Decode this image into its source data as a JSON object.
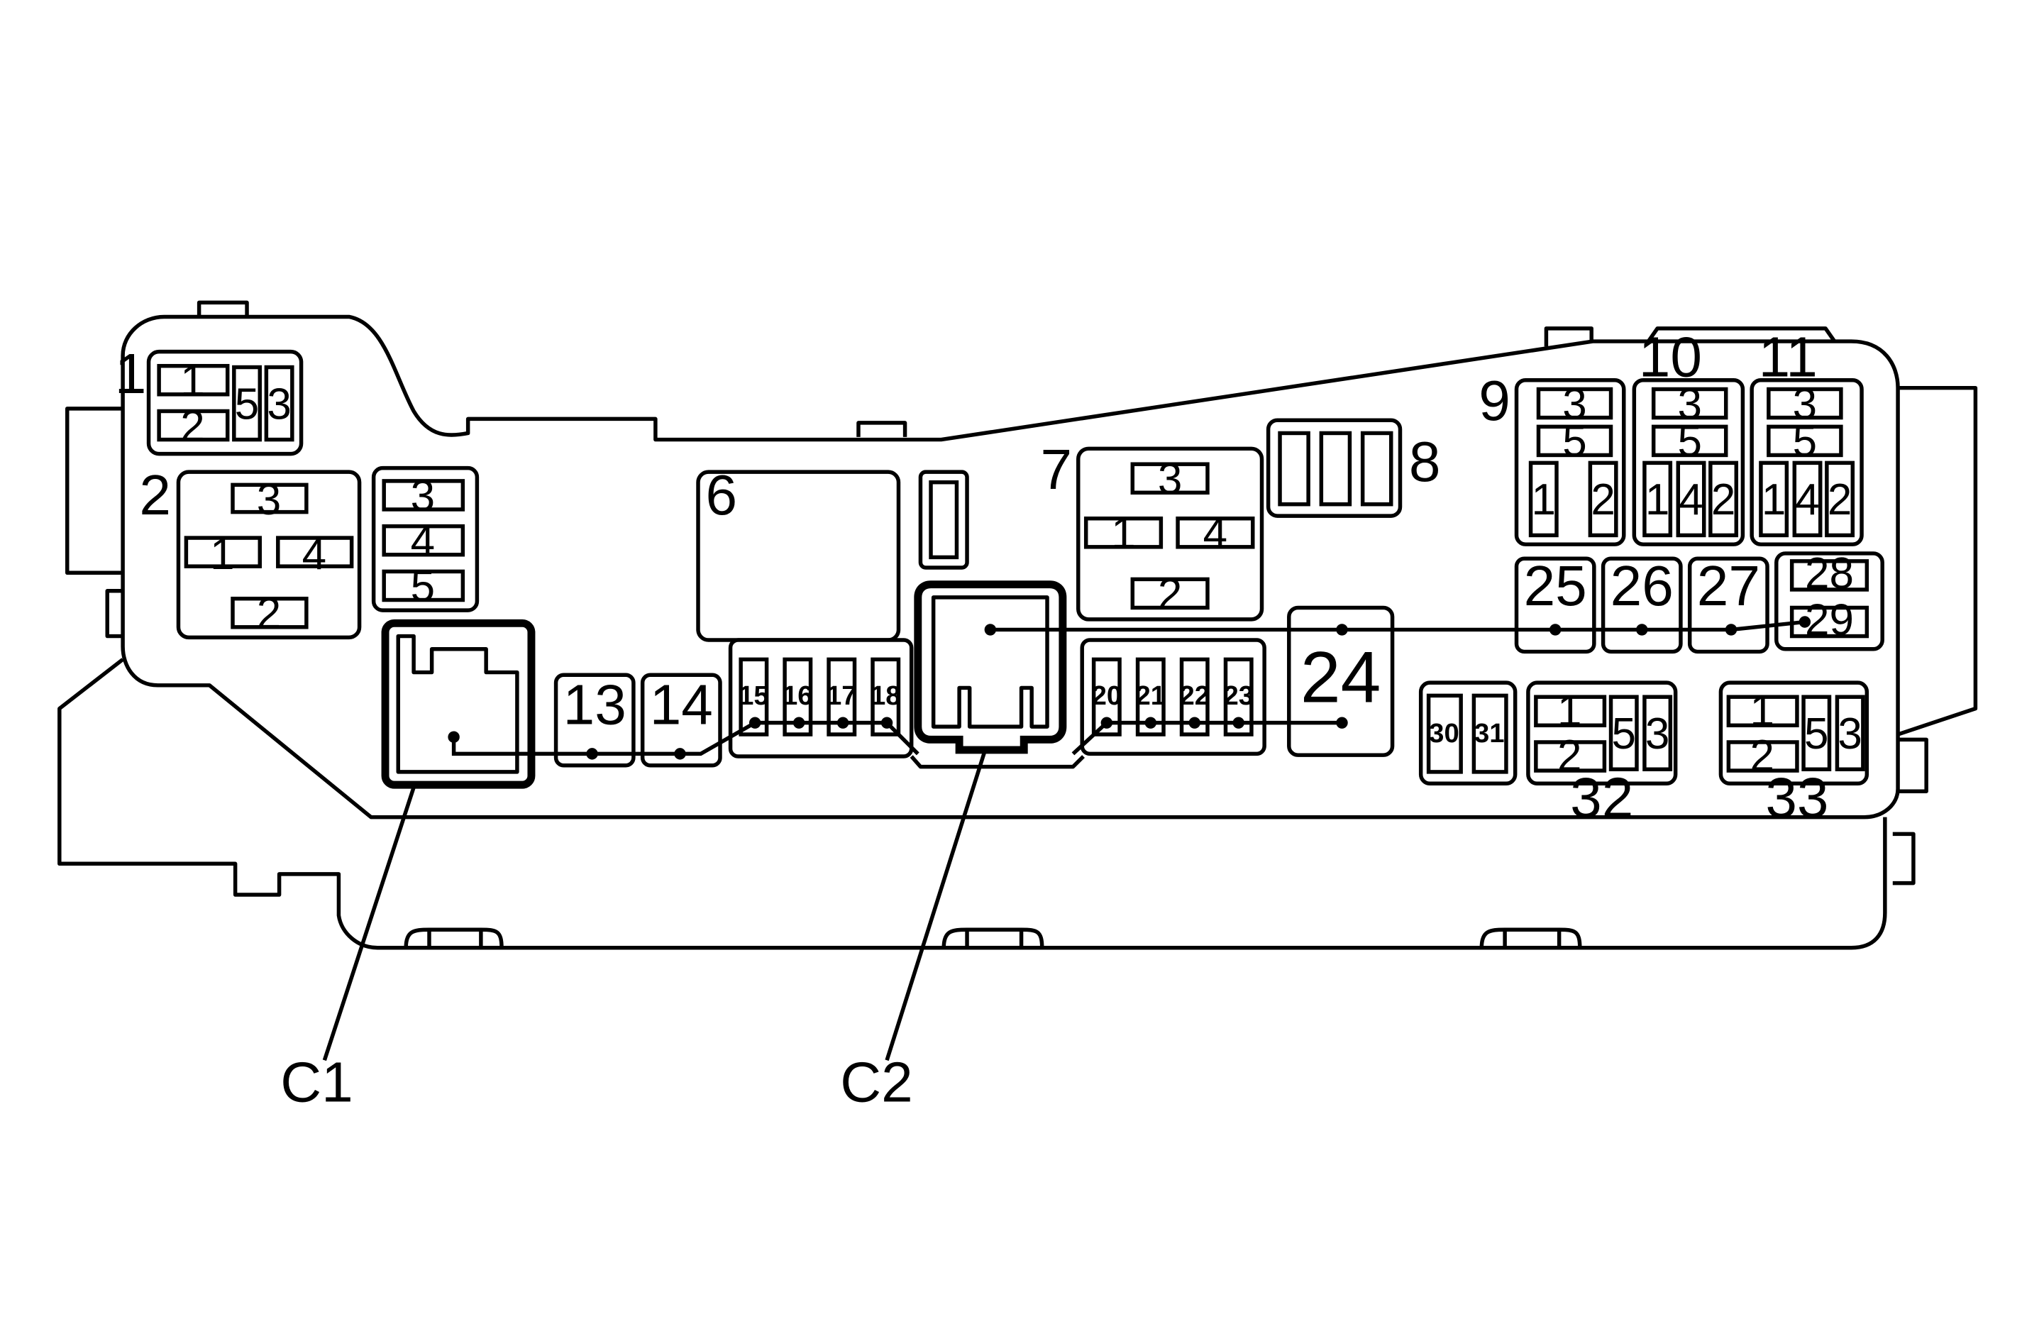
{
  "colors": {
    "line": "#000000",
    "background": "#ffffff"
  },
  "labels": {
    "l1": "1",
    "l2": "2",
    "l6": "6",
    "l7": "7",
    "l8": "8",
    "l9": "9",
    "l10": "10",
    "l11": "11",
    "l13": "13",
    "l14": "14",
    "l15": "15",
    "l16": "16",
    "l17": "17",
    "l18": "18",
    "l20": "20",
    "l21": "21",
    "l22": "22",
    "l23": "23",
    "l24": "24",
    "l25": "25",
    "l26": "26",
    "l27": "27",
    "l28": "28",
    "l29": "29",
    "l30": "30",
    "l31": "31",
    "l32": "32",
    "l33": "33",
    "c1": "C1",
    "c2": "C2"
  },
  "pins": {
    "p1": "1",
    "p2": "2",
    "p3": "3",
    "p4": "4",
    "p5": "5"
  }
}
